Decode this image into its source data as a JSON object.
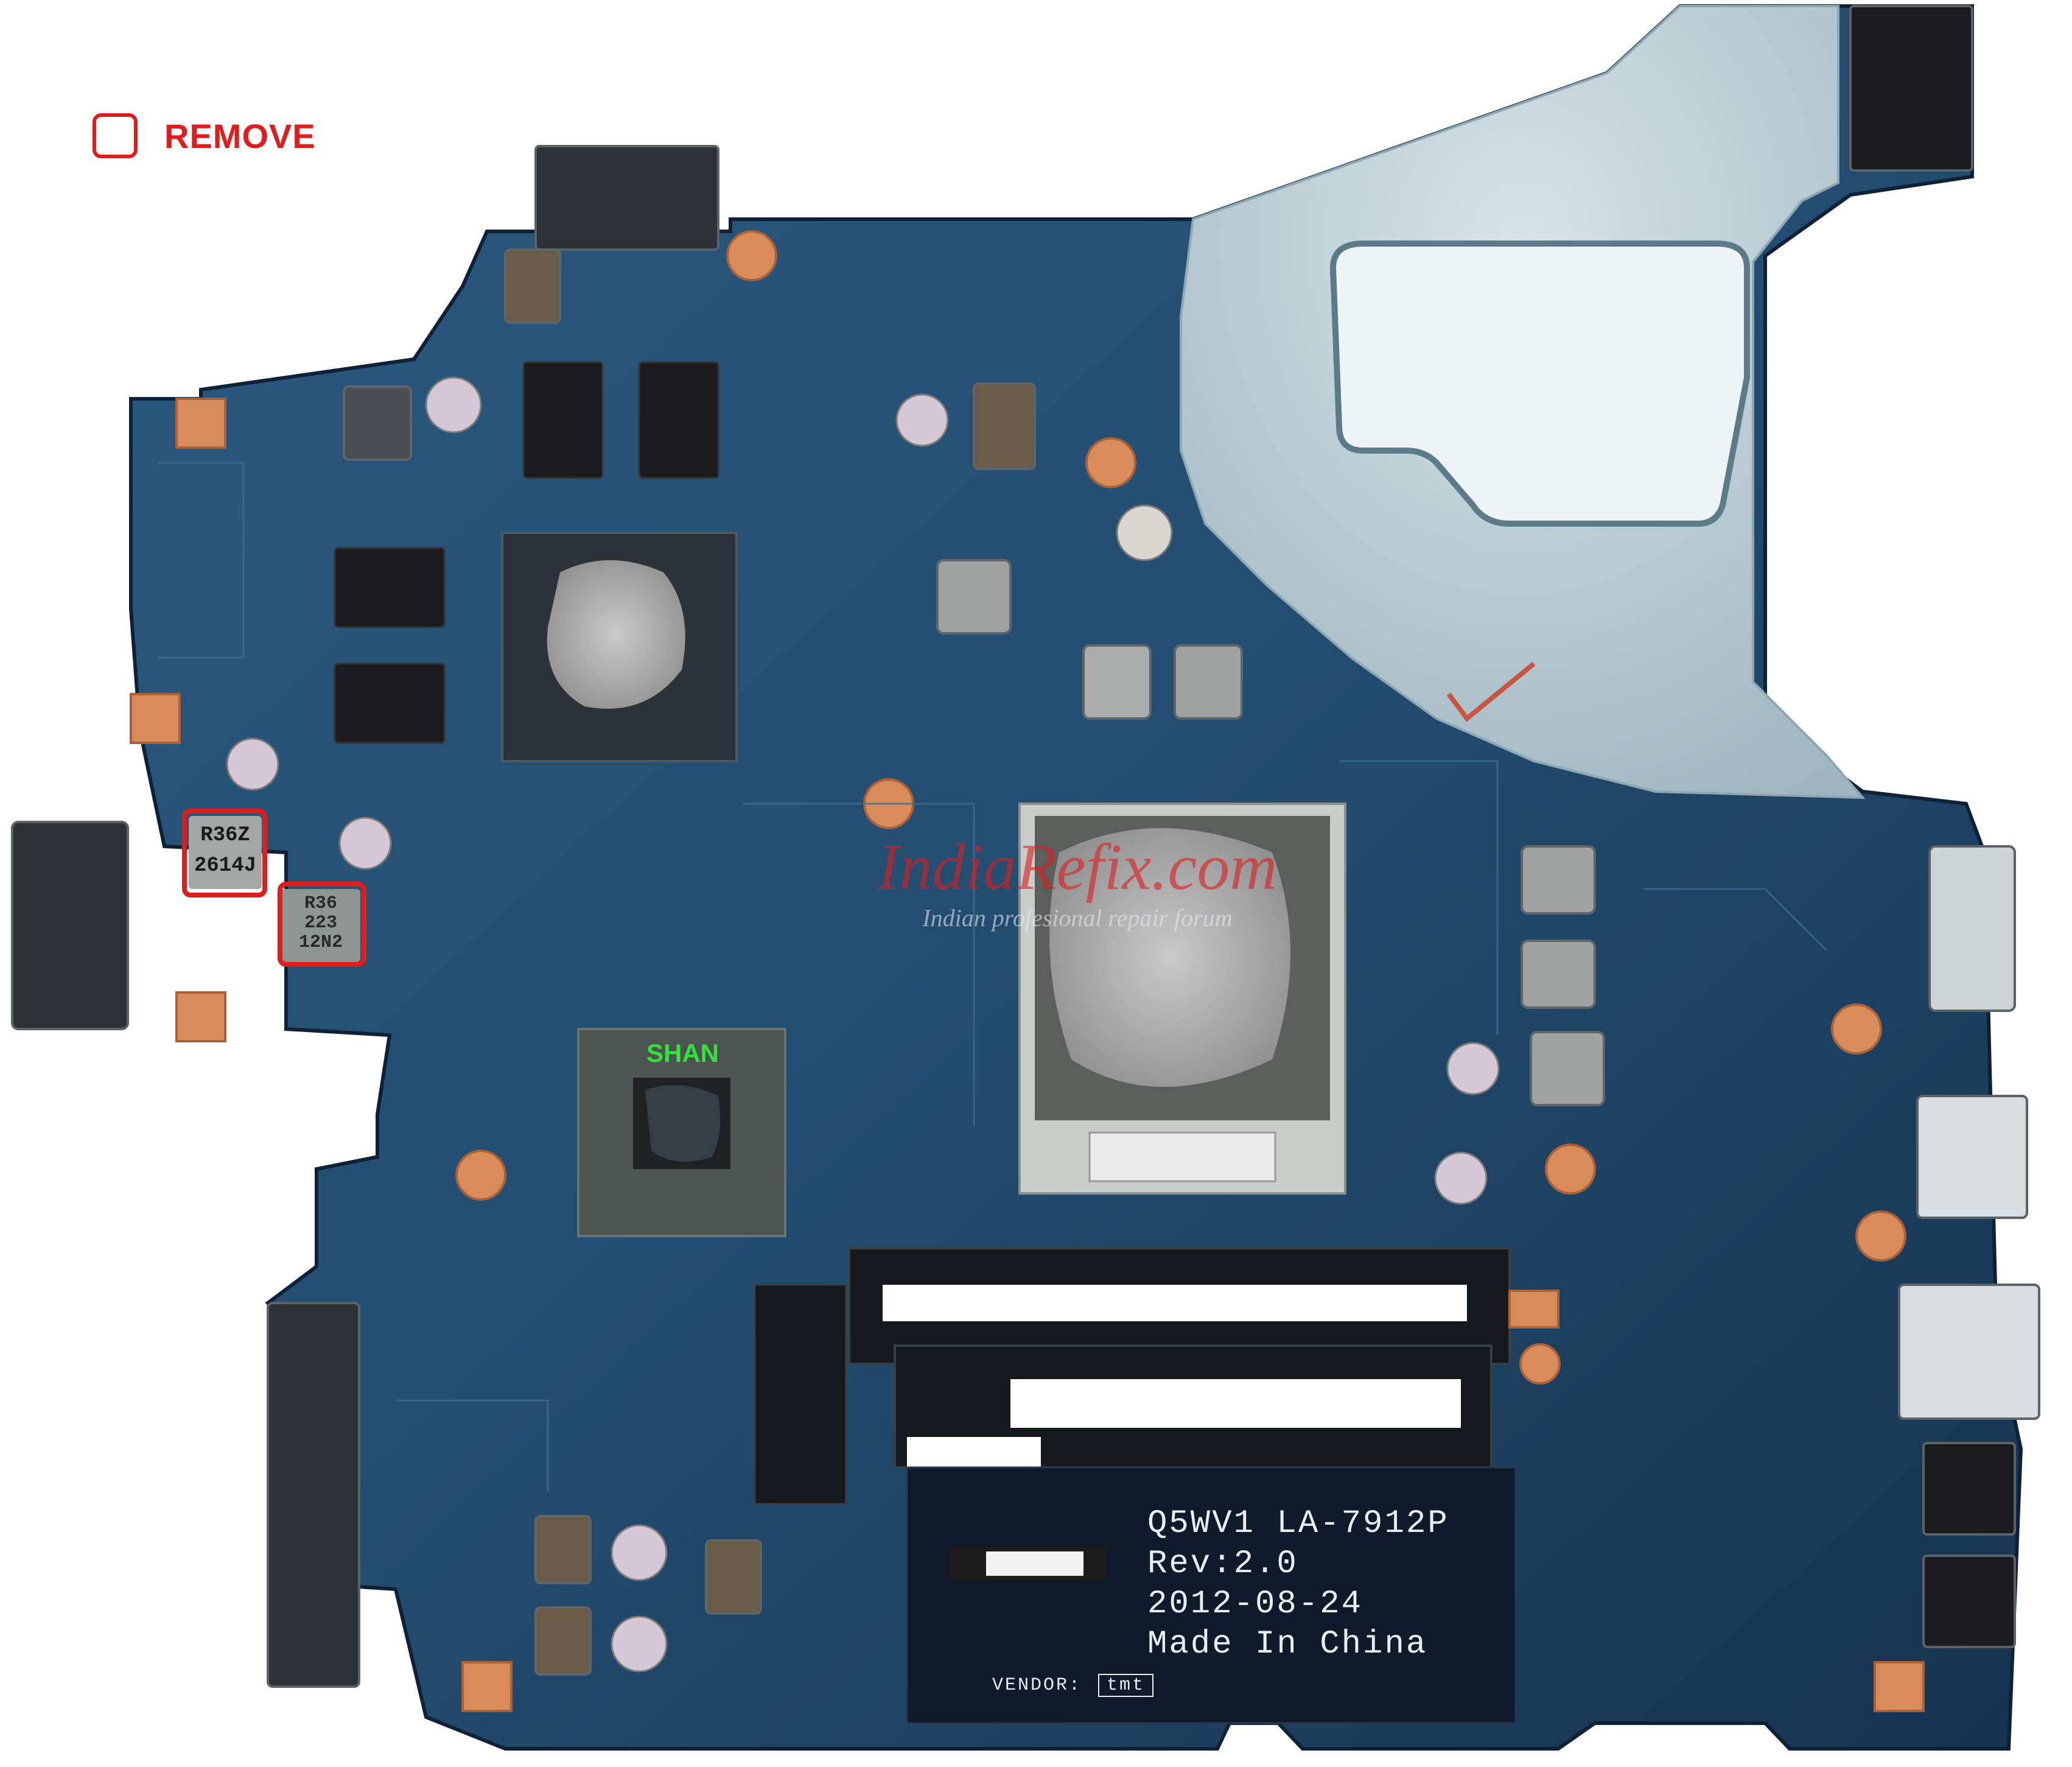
{
  "legend": {
    "label": "REMOVE",
    "color": "#e01d1d"
  },
  "watermark": {
    "title": "IndiaRefix.com",
    "subtitle": "Indian profesional repair forum"
  },
  "board": {
    "model": "Q5WV1 LA-7912P",
    "revision": "Rev:2.0",
    "date": "2012-08-24",
    "origin": "Made In China",
    "vendor": "VENDOR:",
    "vendor_mark": "tmt",
    "chip_marker": "SHAN"
  },
  "inductor_labels": {
    "top": "R36Z",
    "bottom": "2614J",
    "alt_top": "R36",
    "alt_mid": "223",
    "alt_bottom": "12N2"
  },
  "colors": {
    "pcb": "#21486b",
    "pcb_dark": "#163250",
    "heat_shield": "#b9cbd2",
    "pad": "#d98c5a",
    "highlight": "#e01d1d",
    "label_green": "#34e23c"
  }
}
